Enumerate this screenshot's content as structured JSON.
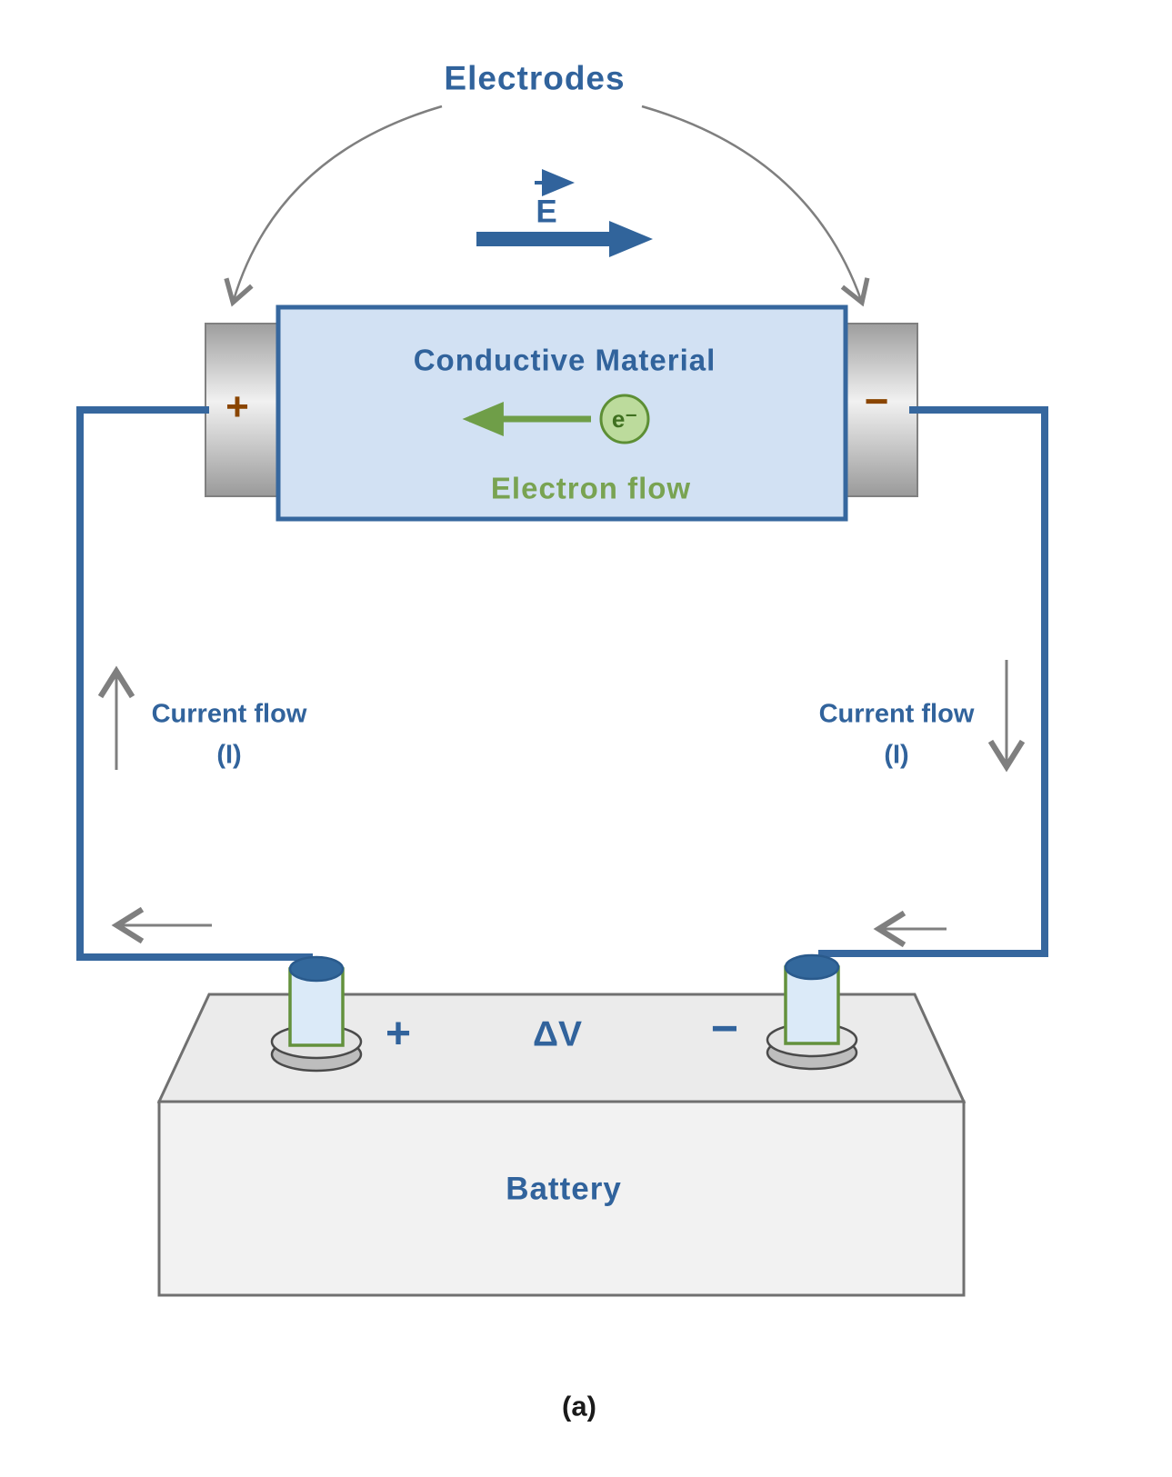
{
  "diagram": {
    "title": "Electrodes",
    "field": {
      "symbol": "E"
    },
    "conductor": {
      "label": "Conductive Material",
      "electron_symbol": "e⁻",
      "flow_label": "Electron flow"
    },
    "electrode_left": {
      "sign": "+"
    },
    "electrode_right": {
      "sign": "−"
    },
    "current_left": {
      "label": "Current flow",
      "symbol": "(I)"
    },
    "current_right": {
      "label": "Current flow",
      "symbol": "(I)"
    },
    "battery": {
      "positive": "+",
      "voltage": "ΔV",
      "negative": "−",
      "label": "Battery"
    },
    "caption": "(a)"
  },
  "colors": {
    "accent_blue": "#31639C",
    "wire_blue": "#36679E",
    "conductor_fill": "#D2E1F3",
    "green": "#79A352",
    "green_arrow": "#6F9E48",
    "electron_fill": "#BCDB9C",
    "electrode_sign": "#8A4500",
    "gray_arrow": "#7F7F7F",
    "battery_gray": "#F0F0F0",
    "terminal_cap_blue": "#33689C"
  }
}
